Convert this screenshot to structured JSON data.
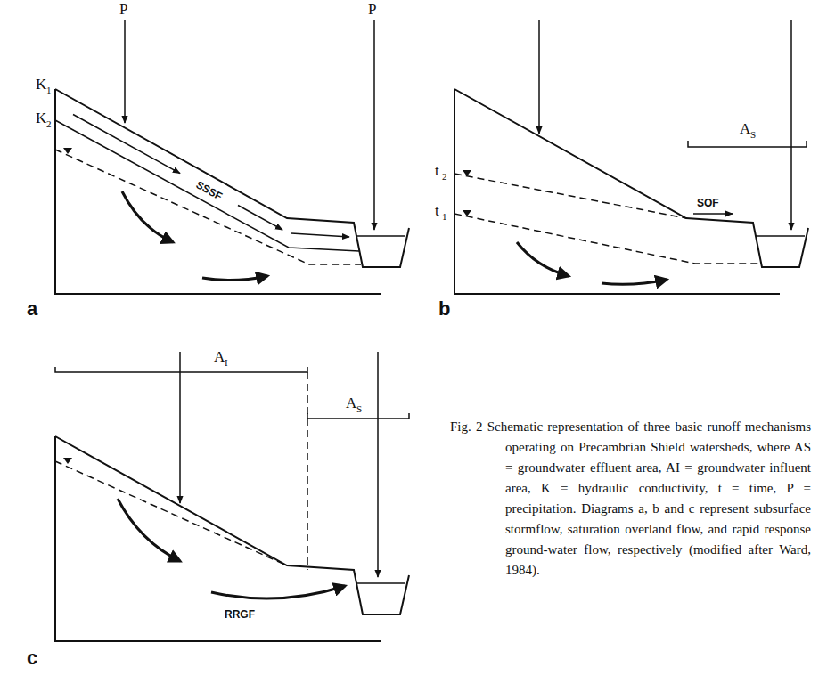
{
  "diagram": {
    "caption": "Fig. 2 Schematic representation of three basic runoff mechanisms operating on Precambrian Shield watersheds, where AS = groundwater effluent area, AI = groundwater influent area, K = hydraulic conductivity, t = time, P = precipitation. Diagrams a, b and c represent subsurface stormflow, saturation overland flow, and rapid response ground-water flow, respectively (modified after Ward, 1984).",
    "labels": [
      "P",
      "P",
      "K",
      "1",
      "K",
      "2",
      "SSSF",
      "a",
      "t",
      "2",
      "t",
      "1",
      "A",
      "S",
      "SOF",
      "b",
      "A",
      "I",
      "A",
      "S",
      "RRGF",
      "c"
    ]
  }
}
